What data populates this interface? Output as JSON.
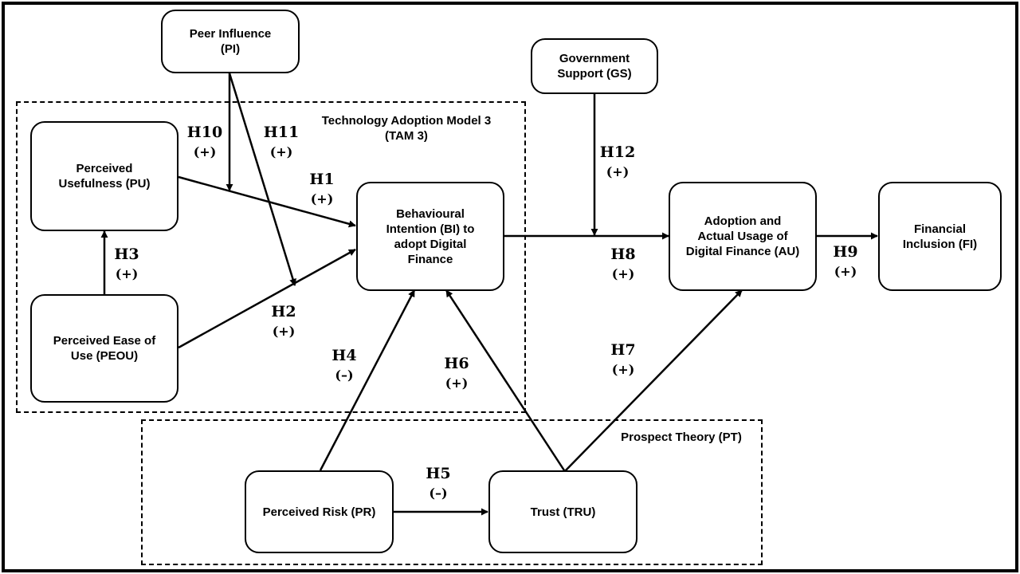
{
  "groups": {
    "tam3": {
      "label": "Technology Adoption Model 3\n(TAM 3)"
    },
    "prospect": {
      "label": "Prospect Theory (PT)"
    }
  },
  "nodes": {
    "pi": "Peer Influence\n(PI)",
    "gs": "Government\nSupport (GS)",
    "pu": "Perceived\nUsefulness (PU)",
    "peou": "Perceived Ease of\nUse (PEOU)",
    "bi": "Behavioural\nIntention (BI) to\nadopt Digital\nFinance",
    "au": "Adoption and\nActual  Usage of\nDigital Finance (AU)",
    "fi": "Financial\nInclusion (FI)",
    "pr": "Perceived Risk (PR)",
    "tru": "Trust (TRU)"
  },
  "hypotheses": {
    "h1": {
      "code": "H1",
      "sign": "(+)"
    },
    "h2": {
      "code": "H2",
      "sign": "(+)"
    },
    "h3": {
      "code": "H3",
      "sign": "(+)"
    },
    "h4": {
      "code": "H4",
      "sign": "(–)"
    },
    "h5": {
      "code": "H5",
      "sign": "(–)"
    },
    "h6": {
      "code": "H6",
      "sign": "(+)"
    },
    "h7": {
      "code": "H7",
      "sign": "(+)"
    },
    "h8": {
      "code": "H8",
      "sign": "(+)"
    },
    "h9": {
      "code": "H9",
      "sign": "(+)"
    },
    "h10": {
      "code": "H10",
      "sign": "(+)"
    },
    "h11": {
      "code": "H11",
      "sign": "(+)"
    },
    "h12": {
      "code": "H12",
      "sign": "(+)"
    }
  }
}
